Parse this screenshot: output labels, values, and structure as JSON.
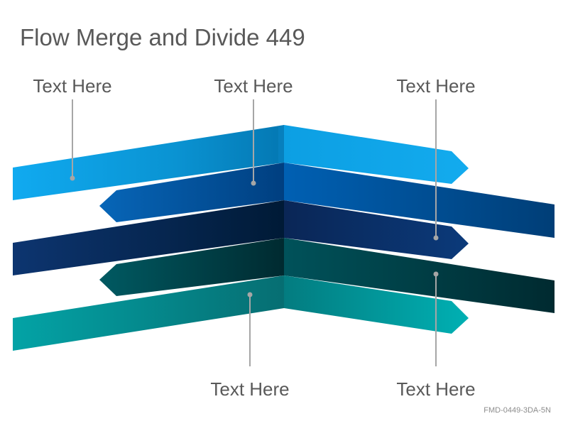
{
  "title": "Flow Merge and Divide 449",
  "labels": {
    "top_left": "Text Here",
    "top_center": "Text Here",
    "top_right": "Text Here",
    "bottom_center": "Text Here",
    "bottom_right": "Text Here"
  },
  "code": "FMD-0449-3DA-5N",
  "colors": {
    "band_1": "#0da8ec",
    "band_2": "#005eae",
    "band_3": "#0c2e62",
    "band_4": "#00484f",
    "band_5": "#00a4a6",
    "text": "#595959",
    "connector": "#a6a6a6"
  }
}
